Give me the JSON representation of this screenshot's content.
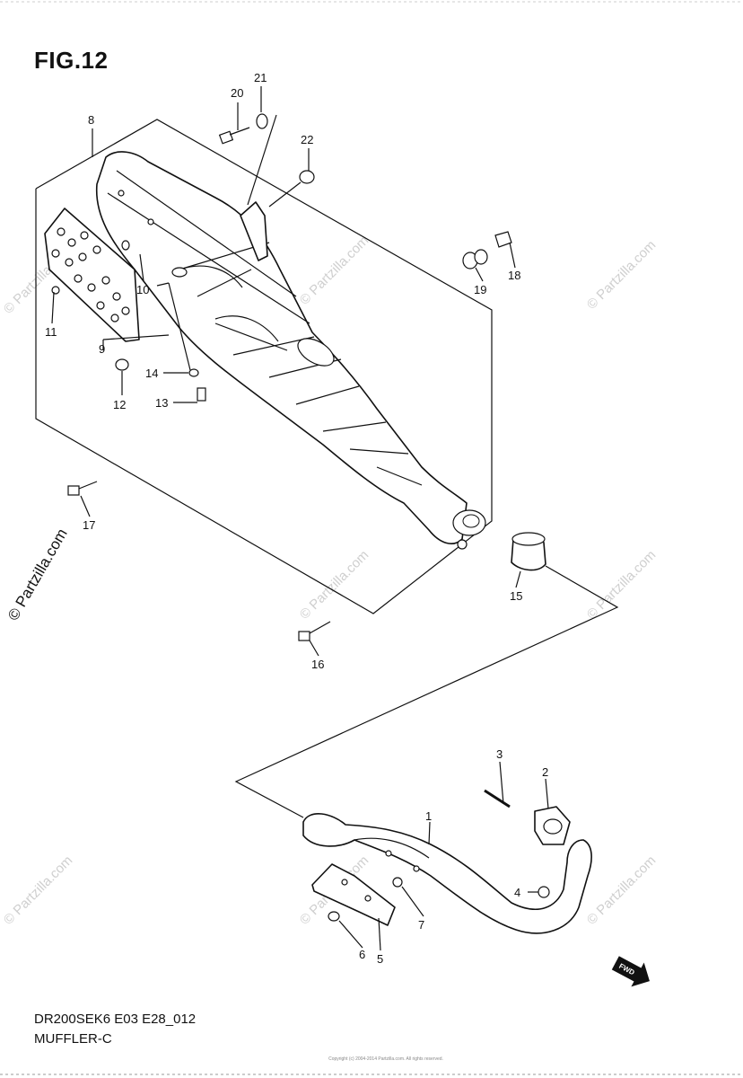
{
  "figure": {
    "title": "FIG.12",
    "model_code": "DR200SEK6 E03 E28_012",
    "section_name": "MUFFLER-C",
    "copyright_small": "Copyright (c) 2004-2014 Partzilla.com. All rights reserved.",
    "fwd_label": "FWD"
  },
  "watermark": {
    "text": "© Partzilla.com"
  },
  "callouts": {
    "c1": "1",
    "c2": "2",
    "c3": "3",
    "c4": "4",
    "c5": "5",
    "c6": "6",
    "c7": "7",
    "c8": "8",
    "c9": "9",
    "c10": "10",
    "c11": "11",
    "c12": "12",
    "c13": "13",
    "c14": "14",
    "c15": "15",
    "c16": "16",
    "c17": "17",
    "c18": "18",
    "c19": "19",
    "c20": "20",
    "c21": "21",
    "c22": "22"
  },
  "icons": {
    "fwd_arrow": "fwd-arrow-icon"
  }
}
